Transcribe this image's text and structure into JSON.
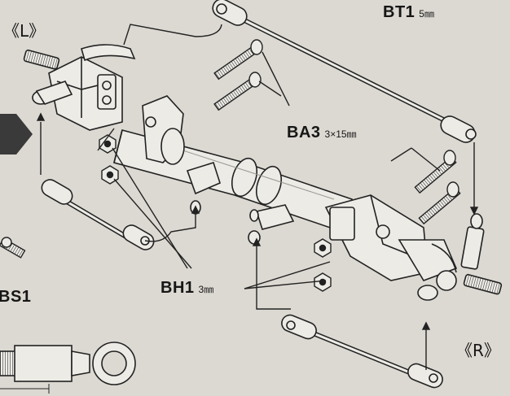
{
  "labels": {
    "bt1": {
      "code": "BT1",
      "size": "5㎜"
    },
    "ba3": {
      "code": "BA3",
      "size": "3×15㎜"
    },
    "bh1": {
      "code": "BH1",
      "size": "3㎜"
    },
    "bs1": {
      "code": "BS1"
    },
    "left": "《L》",
    "right": "《R》"
  },
  "colors": {
    "background": "#dcd9d2",
    "line": "#222222",
    "part_fill": "#ecebe6",
    "part_shade": "#9a9891",
    "arrow": "#3a3a3a"
  }
}
